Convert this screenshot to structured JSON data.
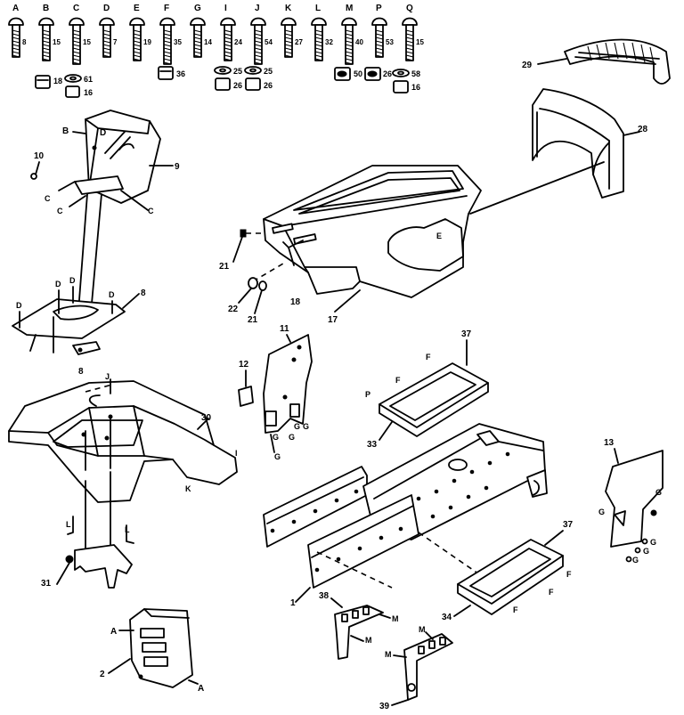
{
  "hardware": [
    {
      "key": "A",
      "size": "8"
    },
    {
      "key": "B",
      "size": "15"
    },
    {
      "key": "C",
      "size": "15"
    },
    {
      "key": "D",
      "size": "7"
    },
    {
      "key": "E",
      "size": "19"
    },
    {
      "key": "F",
      "size": "35"
    },
    {
      "key": "G",
      "size": "14"
    },
    {
      "key": "I",
      "size": "24"
    },
    {
      "key": "J",
      "size": "54"
    },
    {
      "key": "K",
      "size": "27"
    },
    {
      "key": "L",
      "size": "32"
    },
    {
      "key": "M",
      "size": "40"
    },
    {
      "key": "P",
      "size": "53"
    },
    {
      "key": "Q",
      "size": "15"
    }
  ],
  "nut_labels": {
    "b_nut": "18",
    "c_washer": "61",
    "c_nut": "16",
    "f_nut": "36",
    "i_washer": "25",
    "i_nut": "26",
    "j_washer": "25",
    "j_nut": "26",
    "m_nut": "50",
    "p_nut": "26",
    "q_washer": "58",
    "q_nut": "16"
  },
  "callouts": {
    "c1": "1",
    "c2": "2",
    "c8a": "8",
    "c8b": "8",
    "c9": "9",
    "c10": "10",
    "c11": "11",
    "c12": "12",
    "c13": "13",
    "c17": "17",
    "c18": "18",
    "c21a": "21",
    "c21b": "21",
    "c22": "22",
    "c28": "28",
    "c29": "29",
    "c30": "30",
    "c31": "31",
    "c33": "33",
    "c34": "34",
    "c37a": "37",
    "c37b": "37",
    "c38": "38",
    "c39": "39"
  },
  "letter_tags": {
    "b_dash": "B",
    "c_left1": "C",
    "c_left2": "C",
    "c_right": "C",
    "d1": "D",
    "d2": "D",
    "d3": "D",
    "d4": "D",
    "e_hood": "E",
    "j_top": "J",
    "i_right": "I",
    "k_bottom": "K",
    "l_left": "L",
    "l_right": "L",
    "g1": "G",
    "g2": "G",
    "g3": "G",
    "g4": "G",
    "g5": "G",
    "f_top1": "F",
    "f_top2": "F",
    "p_top": "P",
    "f_bot1": "F",
    "f_bot2": "F",
    "f_bot3": "F",
    "a_left": "A",
    "a_right": "A",
    "g13a": "G",
    "g13b": "G",
    "g13c": "G",
    "g13d": "G",
    "g13e": "G",
    "m1": "M",
    "m2": "M",
    "m3": "M",
    "m4": "M"
  },
  "panel_letters": {
    "d": "D",
    "p": "P"
  }
}
